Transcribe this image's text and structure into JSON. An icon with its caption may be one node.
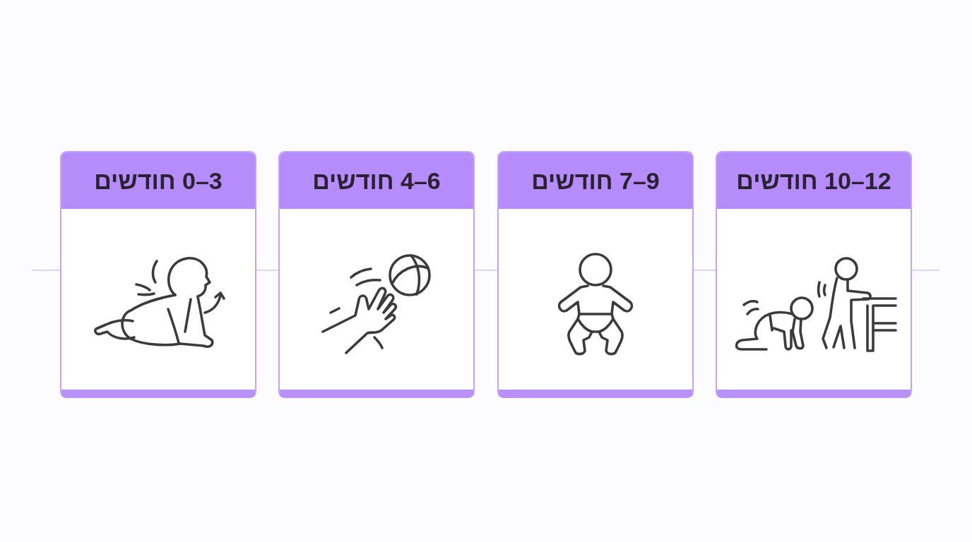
{
  "diagram": {
    "nodes": [
      {
        "text": [
          "0–3 חודשים"
        ]
      },
      {
        "text": [
          "4–6 חודשים"
        ]
      },
      {
        "text": [
          "7–9 חודשים"
        ]
      },
      {
        "text": [
          "10–12 חודשים"
        ]
      }
    ],
    "edges": [
      {
        "from": null,
        "to": 0,
        "arrow": "none"
      },
      {
        "from": 0,
        "to": 1,
        "arrow": "none"
      },
      {
        "from": 1,
        "to": 2,
        "arrow": "none"
      },
      {
        "from": 2,
        "to": 3,
        "arrow": "none"
      },
      {
        "from": 3,
        "to": null,
        "arrow": "none"
      }
    ]
  }
}
